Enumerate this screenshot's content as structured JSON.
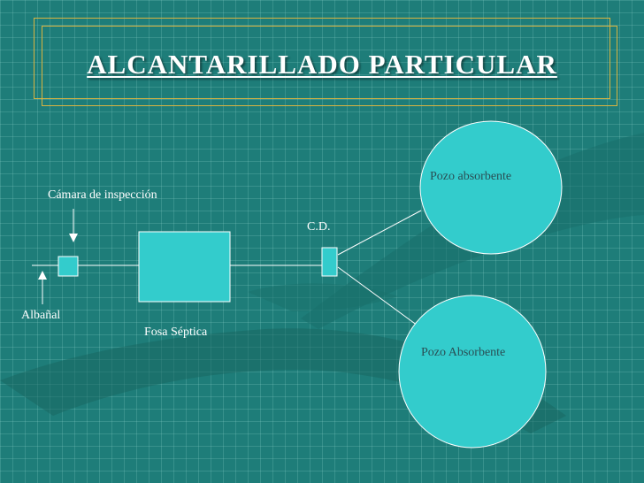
{
  "title": "ALCANTARILLADO PARTICULAR",
  "colors": {
    "background": "#1e7d79",
    "shape_fill": "#33cccc",
    "frame": "#d9b440",
    "line": "#ffffff"
  },
  "labels": {
    "camara": "Cámara de inspección",
    "albanal": "Albañal",
    "fosa": "Fosa Séptica",
    "cd": "C.D.",
    "pozo_top": "Pozo absorbente",
    "pozo_bottom": "Pozo Absorbente"
  }
}
